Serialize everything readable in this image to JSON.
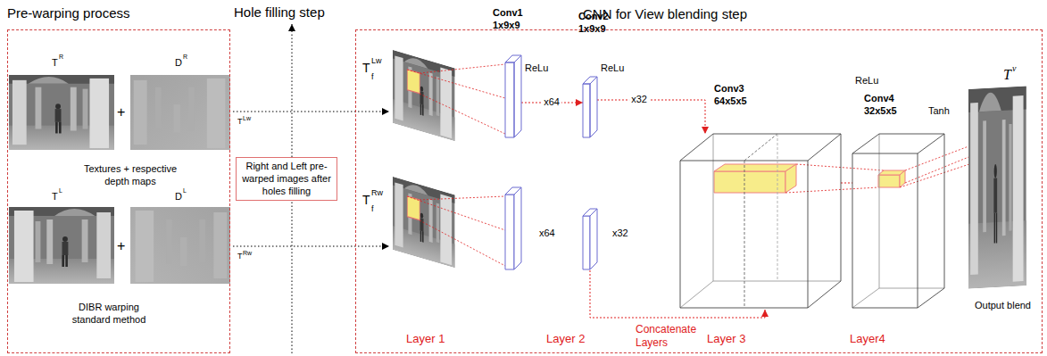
{
  "diagram": {
    "nodes": [
      {
        "text": [
          "Pre-warping process",
          "Textures + respective depth maps",
          "DIBR warping standard method"
        ]
      },
      {
        "text": [
          "Right and Left pre-warped images after holes filling"
        ]
      },
      {
        "text": [
          "CNN for View blending step"
        ]
      },
      {
        "text": [
          "Conv1 1x9x9",
          "ReLu"
        ],
        "in": 2
      },
      {
        "text": [
          "Conv2 1x9x9",
          "ReLu"
        ],
        "in": 2
      },
      {
        "text": [
          "Conv3 64x5x5",
          "ReLu"
        ],
        "in": 2
      },
      {
        "text": [
          "Conv4 32x5x5",
          "Tanh"
        ],
        "in": 2
      }
    ],
    "edges": [
      {
        "from": 3,
        "to": 4,
        "label": "x64",
        "arrow": "to"
      },
      {
        "from": 4,
        "to": 5,
        "label": "x32",
        "arrow": "to"
      },
      {
        "from": 5,
        "to": 6,
        "arrow": "none"
      }
    ],
    "labels": [
      "Hole filling step",
      "T",
      "R",
      "D",
      "R",
      "+",
      "T",
      "L",
      "D",
      "L",
      "+",
      "T",
      "Lw",
      "T",
      "Rw",
      "T",
      "f",
      "Lw",
      "T",
      "f",
      "Rw",
      "x64",
      "x32",
      "Concatenate Layers",
      "T",
      "v",
      "Output blend",
      "Layer 1",
      "Layer 2",
      "Layer 3",
      "Layer4"
    ]
  }
}
